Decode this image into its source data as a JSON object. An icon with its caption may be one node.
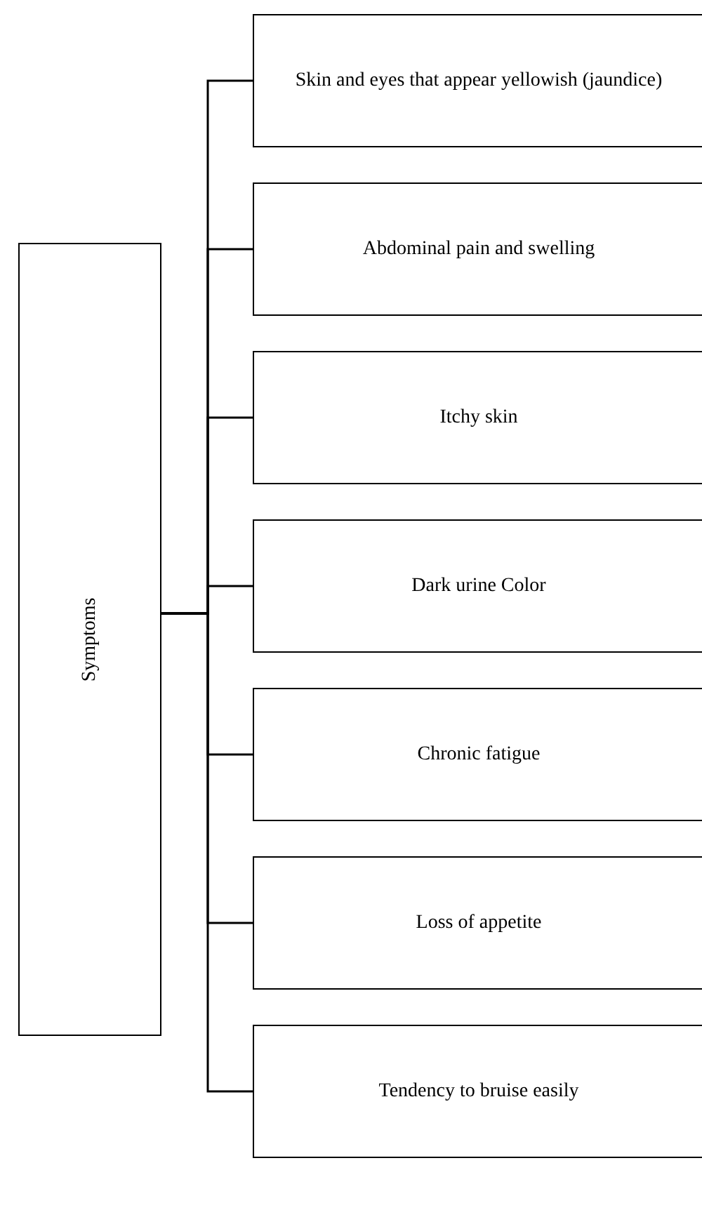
{
  "diagram": {
    "nodes": [
      {
        "text": [
          "Symptoms"
        ]
      },
      {
        "text": [
          "Skin and eyes that appear yellowish (jaundice)"
        ]
      },
      {
        "text": [
          "Abdominal pain and swelling"
        ]
      },
      {
        "text": [
          "Itchy skin"
        ]
      },
      {
        "text": [
          "Dark urine Color"
        ]
      },
      {
        "text": [
          "Chronic fatigue"
        ]
      },
      {
        "text": [
          "Loss of appetite"
        ]
      },
      {
        "text": [
          "Tendency to bruise easily"
        ]
      }
    ],
    "edges": [
      {
        "from": 0,
        "to": 1,
        "arrow": "none"
      },
      {
        "from": 0,
        "to": 2,
        "arrow": "none"
      },
      {
        "from": 0,
        "to": 3,
        "arrow": "none"
      },
      {
        "from": 0,
        "to": 4,
        "arrow": "none"
      },
      {
        "from": 0,
        "to": 5,
        "arrow": "none"
      },
      {
        "from": 0,
        "to": 6,
        "arrow": "none"
      },
      {
        "from": 0,
        "to": 7,
        "arrow": "none"
      }
    ]
  }
}
